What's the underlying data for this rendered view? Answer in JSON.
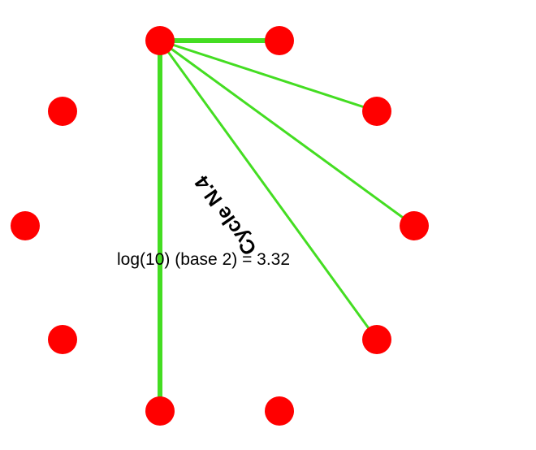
{
  "title": "Cycle N.4",
  "caption": "log(10) (base 2) = 3.32",
  "nodes": [
    {
      "id": "n0"
    },
    {
      "id": "n1"
    },
    {
      "id": "n2"
    },
    {
      "id": "n3"
    },
    {
      "id": "n4"
    },
    {
      "id": "n5"
    },
    {
      "id": "n6"
    },
    {
      "id": "n7"
    },
    {
      "id": "n8"
    },
    {
      "id": "n9"
    }
  ],
  "edges": [
    {
      "from": "n0",
      "to": "n1"
    },
    {
      "from": "n0",
      "to": "n2"
    },
    {
      "from": "n0",
      "to": "n3"
    },
    {
      "from": "n0",
      "to": "n4"
    },
    {
      "from": "n0",
      "to": "n6"
    }
  ],
  "colors": {
    "node": "#ff0000",
    "edge": "#44dd22",
    "text": "#000000",
    "background": "#ffffff"
  }
}
